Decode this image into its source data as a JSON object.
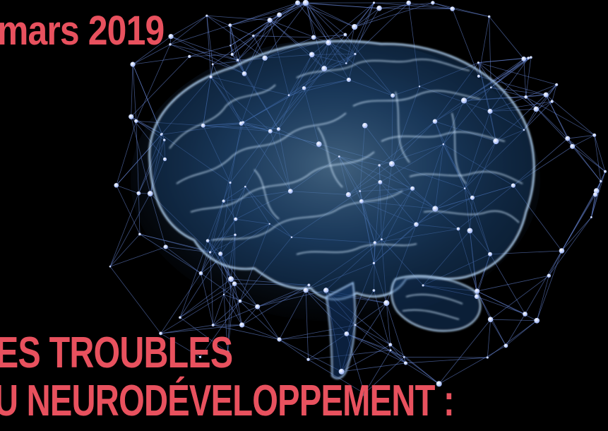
{
  "title": {
    "date": "mars 2019",
    "line1": "ES TROUBLES",
    "line2": "U NEURODÉVELOPPEMENT :"
  },
  "colors": {
    "background": "#000000",
    "headline": "#e8515e",
    "network": "#7d9cf0",
    "brain_glow": "#9fd3ff"
  },
  "illustration": {
    "subject": "glowing brain with network nodes",
    "icon": "brain-icon"
  }
}
